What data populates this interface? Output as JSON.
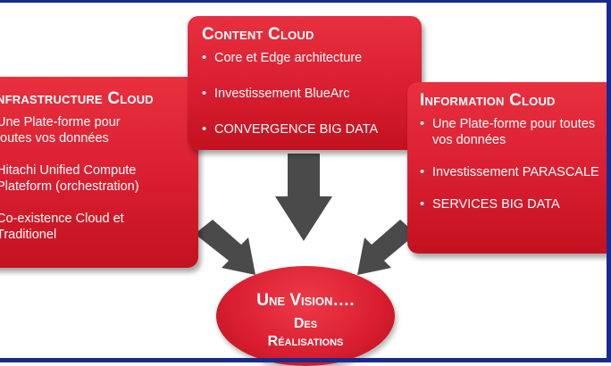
{
  "infrastructure": {
    "title": "nfrastructure Cloud",
    "items": [
      "Une Plate-forme pour\ntoutes vos données",
      "Hitachi Unified Compute\nPlateform (orchestration)",
      "Co-existence Cloud et\nTraditionel"
    ]
  },
  "content": {
    "title": "Content Cloud",
    "items": [
      "Core et Edge architecture",
      "Investissement BlueArc",
      "CONVERGENCE BIG DATA"
    ]
  },
  "information": {
    "title": "Information Cloud",
    "items": [
      "Une Plate-forme pour toutes\nvos données",
      "Investissement PARASCALE",
      "SERVICES BIG DATA"
    ]
  },
  "center": {
    "line1": "Une Vision….",
    "line2": "Des",
    "line3": "Réalisations"
  },
  "colors": {
    "box": "#d81e30",
    "arrow": "#4a4a4a",
    "frame": "#1a2a8a"
  }
}
